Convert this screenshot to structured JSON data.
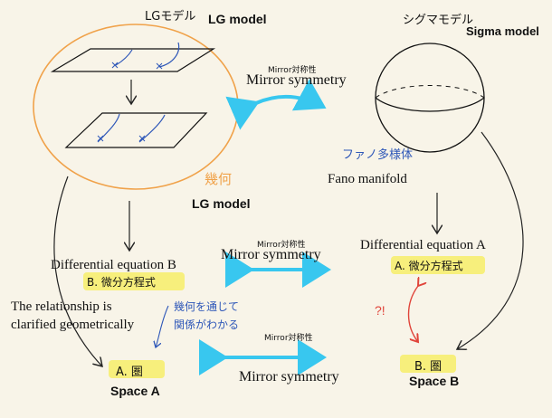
{
  "lg": {
    "title_ja": "LGモデル",
    "title_en": "LG model",
    "geometry_ja": "幾何",
    "geometry_en": "LG model"
  },
  "sigma": {
    "title_ja": "シグマモデル",
    "title_en": "Sigma model",
    "fano_ja": "ファノ多様体",
    "fano_en": "Fano manifold"
  },
  "mirror_top": {
    "label_ja": "Mirror対称性",
    "label_en": "Mirror symmetry"
  },
  "mirror_mid": {
    "label_ja": "Mirror対称性",
    "label_en": "Mirror symmetry"
  },
  "mirror_bottom": {
    "label_ja": "Mirror対称性",
    "label_en": "Mirror symmetry"
  },
  "left_col": {
    "diffeq_en": "Differential equation B",
    "diffeq_ja": "B. 微分方程式",
    "space_ja": "A. 圏",
    "space_en": "Space A"
  },
  "right_col": {
    "diffeq_en": "Differential equation A",
    "diffeq_ja": "A. 微分方程式",
    "question": "?!",
    "space_ja": "B. 圏",
    "space_en": "Space B"
  },
  "relation": {
    "line1": "The relationship is",
    "line2": "clarified geometrically",
    "note_ja_1": "幾何を通じて",
    "note_ja_2": "関係がわかる"
  },
  "colors": {
    "orange": "#f0a24a",
    "blue_accent": "#38c7ef",
    "highlight": "#f6ee60",
    "ink_blue": "#2e57b8",
    "red": "#e0443a"
  }
}
